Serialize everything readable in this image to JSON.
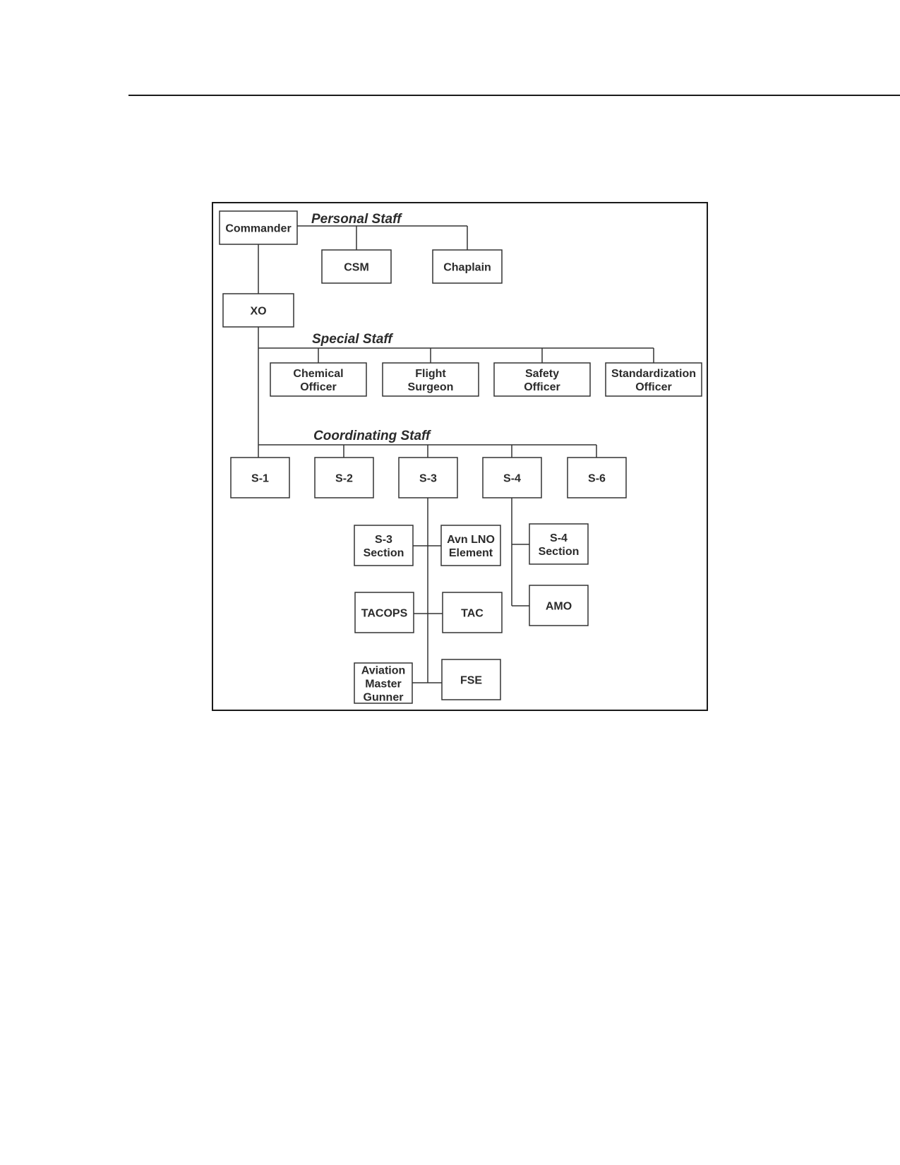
{
  "groups": {
    "personal": "Personal Staff",
    "special": "Special Staff",
    "coordinating": "Coordinating Staff"
  },
  "nodes": {
    "commander": [
      "Commander"
    ],
    "csm": [
      "CSM"
    ],
    "chaplain": [
      "Chaplain"
    ],
    "xo": [
      "XO"
    ],
    "chemical_officer": [
      "Chemical",
      "Officer"
    ],
    "flight_surgeon": [
      "Flight",
      "Surgeon"
    ],
    "safety_officer": [
      "Safety",
      "Officer"
    ],
    "standardization_officer": [
      "Standardization",
      "Officer"
    ],
    "s1": [
      "S-1"
    ],
    "s2": [
      "S-2"
    ],
    "s3": [
      "S-3"
    ],
    "s4": [
      "S-4"
    ],
    "s6": [
      "S-6"
    ],
    "s3_section": [
      "S-3",
      "Section"
    ],
    "avn_lno_element": [
      "Avn LNO",
      "Element"
    ],
    "tacops": [
      "TACOPS"
    ],
    "tac": [
      "TAC"
    ],
    "aviation_master_gunner": [
      "Aviation",
      "Master",
      "Gunner"
    ],
    "fse": [
      "FSE"
    ],
    "s4_section": [
      "S-4",
      "Section"
    ],
    "amo": [
      "AMO"
    ]
  }
}
